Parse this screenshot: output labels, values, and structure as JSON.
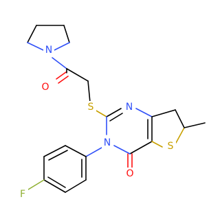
{
  "molecule": {
    "atom_labels": {
      "n_pyrrolidine": "N",
      "o_amide": "O",
      "s_thioether": "S",
      "n_ring_top": "N",
      "n_ring_bottom": "N",
      "s_thiophene": "S",
      "o_carbonyl": "O",
      "f_aryl": "F"
    },
    "colors": {
      "carbon": "#000000",
      "nitrogen": "#3050F8",
      "oxygen": "#FF0D0D",
      "sulfur": "#C8A000",
      "fluorine": "#8FB032"
    }
  }
}
